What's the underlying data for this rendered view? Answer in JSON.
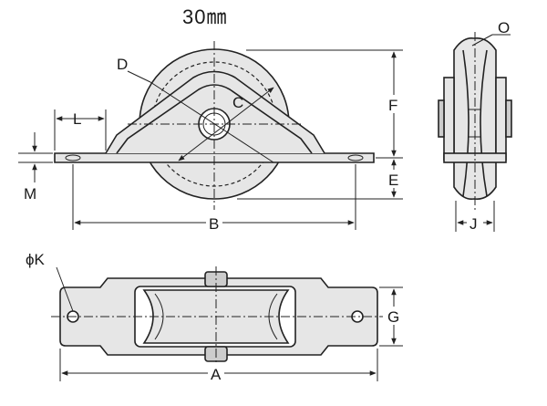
{
  "title": "30㎜",
  "labels": {
    "A": "A",
    "B": "B",
    "C": "C",
    "D": "D",
    "E": "E",
    "F": "F",
    "G": "G",
    "J": "J",
    "L": "L",
    "M": "M",
    "O": "O",
    "K": "ϕK"
  },
  "colors": {
    "line": "#222222",
    "body_fill": "#e6e6e6",
    "background": "#ffffff"
  }
}
